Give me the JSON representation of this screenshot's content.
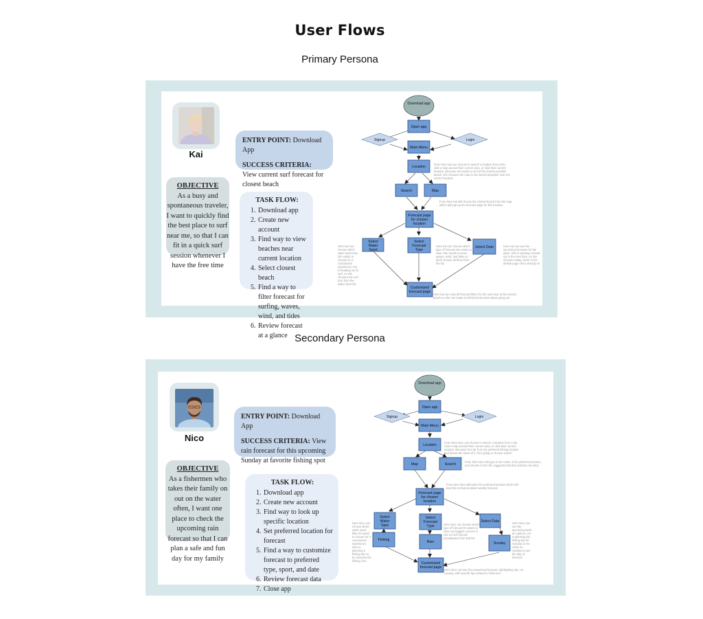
{
  "page": {
    "title": "User Flows"
  },
  "personas": [
    {
      "section_label": "Primary Persona",
      "name": "Kai",
      "avatar_icon": "portrait-photo-kai",
      "entry_point_label": "ENTRY POINT",
      "entry_point": "Download App",
      "success_criteria_label": "SUCCESS CRITERIA",
      "success_criteria": "View current surf forecast for closest beach",
      "objective_label": "OBJECTIVE",
      "objective": "As a busy and spontaneous traveler, I want to quickly find the best place to surf near me, so that I can fit in a quick surf session whenever I have the free time",
      "task_flow_label": "TASK FLOW:",
      "task_flow": [
        "Download app",
        "Create new account",
        "Find way to view beaches near current location",
        "Select closest beach",
        "Find a way to filter forecast for surfing, waves, wind, and tides",
        "Review forecast at a glance"
      ],
      "flow": {
        "nodes": {
          "download": "Download app",
          "open": "Open app",
          "signup": "Signup",
          "login": "Login",
          "menu": "Main Menu",
          "location": "Location",
          "left": "Search",
          "right": "Map",
          "forecast": "Forecast page for chosen location",
          "sport": "Select Water Sport",
          "type": "Select Forecast Type",
          "date": "Select Date",
          "custom": "Customized forecast page"
        },
        "notes": {
          "location": "From here Kai can choose to search a location from a list, click a map around their current area, or click their current location. Because Kai wants to surf at the closest possible beach, she chooses the map to see beach pinpoints near her current location",
          "map": "From here Kai will choose the closest beach from the map, which will pop up the forecast page for this location",
          "sport": "Here Kai can choose which water sport they she wants to choose for a customized experience. Kai is heading out to surf, so she chooses the surf icon from the water sport list",
          "type": "Here Kai can choose which type of forecast she wants to view. She needs to know waves, wind, and tides so she'll choose all three from the list",
          "date": "Here Kai can see the upcoming forecasts for the week. She is wanting to head out in the next hour, so she chooses today, which is the default page she's already on",
          "custom": "Here Kai can view all forecast filters for the next hour at the closest beach so she can make an informed decision about going out"
        }
      }
    },
    {
      "section_label": "Secondary Persona",
      "name": "Nico",
      "avatar_icon": "portrait-photo-nico",
      "entry_point_label": "ENTRY POINT",
      "entry_point": "Download App",
      "success_criteria_label": "SUCCESS CRITERIA",
      "success_criteria": "View rain forecast for this upcoming Sunday at favorite fishing spot",
      "objective_label": "OBJECTIVE",
      "objective": "As a fishermen who takes their family on out on the water often, I want one place to check the upcoming rain forecast so that I can plan a safe and fun day for my family",
      "task_flow_label": "TASK FLOW:",
      "task_flow": [
        "Download app",
        "Create new account",
        "Find way to look up specific location",
        "Set preferred location for forecast",
        "Find a way to customize forecast to preferred type, sport, and date",
        "Review forecast data",
        "Close app"
      ],
      "flow": {
        "nodes": {
          "download": "Download app",
          "open": "Open app",
          "signup": "Signup",
          "login": "Login",
          "menu": "Main Menu",
          "location": "Location",
          "left": "Map",
          "right": "Search",
          "forecast": "Forecast page for chosen location",
          "sport": "Select Water Sport",
          "type": "Select Forecast Type",
          "date": "Select Date",
          "fishing": "Fishing",
          "rain": "Rain",
          "sunday": "Sunday",
          "custom": "Customized forecast page"
        },
        "notes": {
          "location": "From here Nico can choose to search a location from a list, click a map around their current area, or click their current location. Because he's far from his preferred fishing location and knows the name of it, he's going to choose search",
          "search": "From here Nico will type in the name of his preferred location, and choose it from the suggested list that matches his entry",
          "forecast": "From here Nico will select his preferred location which will lead him to that locations weekly forecast",
          "sport": "Here Nico can choose which water sport filter he wants to choose for a customized experience. Nico is planning a fishing trip so he chooses the fishing icon",
          "type": "Here Nico can choose which type of forecast he wants to view. His biggest concern is rain so he'll choose precipitation from that list",
          "date": "Here Nico can see the upcoming week at a glance. He is planning his fishing trip for Sunday so he clicks on Sunday to see the day of forecast",
          "custom": "Here Nico can see his customized forecast, highlighting rain, on Sunday, with specific tips related to fishermen"
        }
      }
    }
  ]
}
